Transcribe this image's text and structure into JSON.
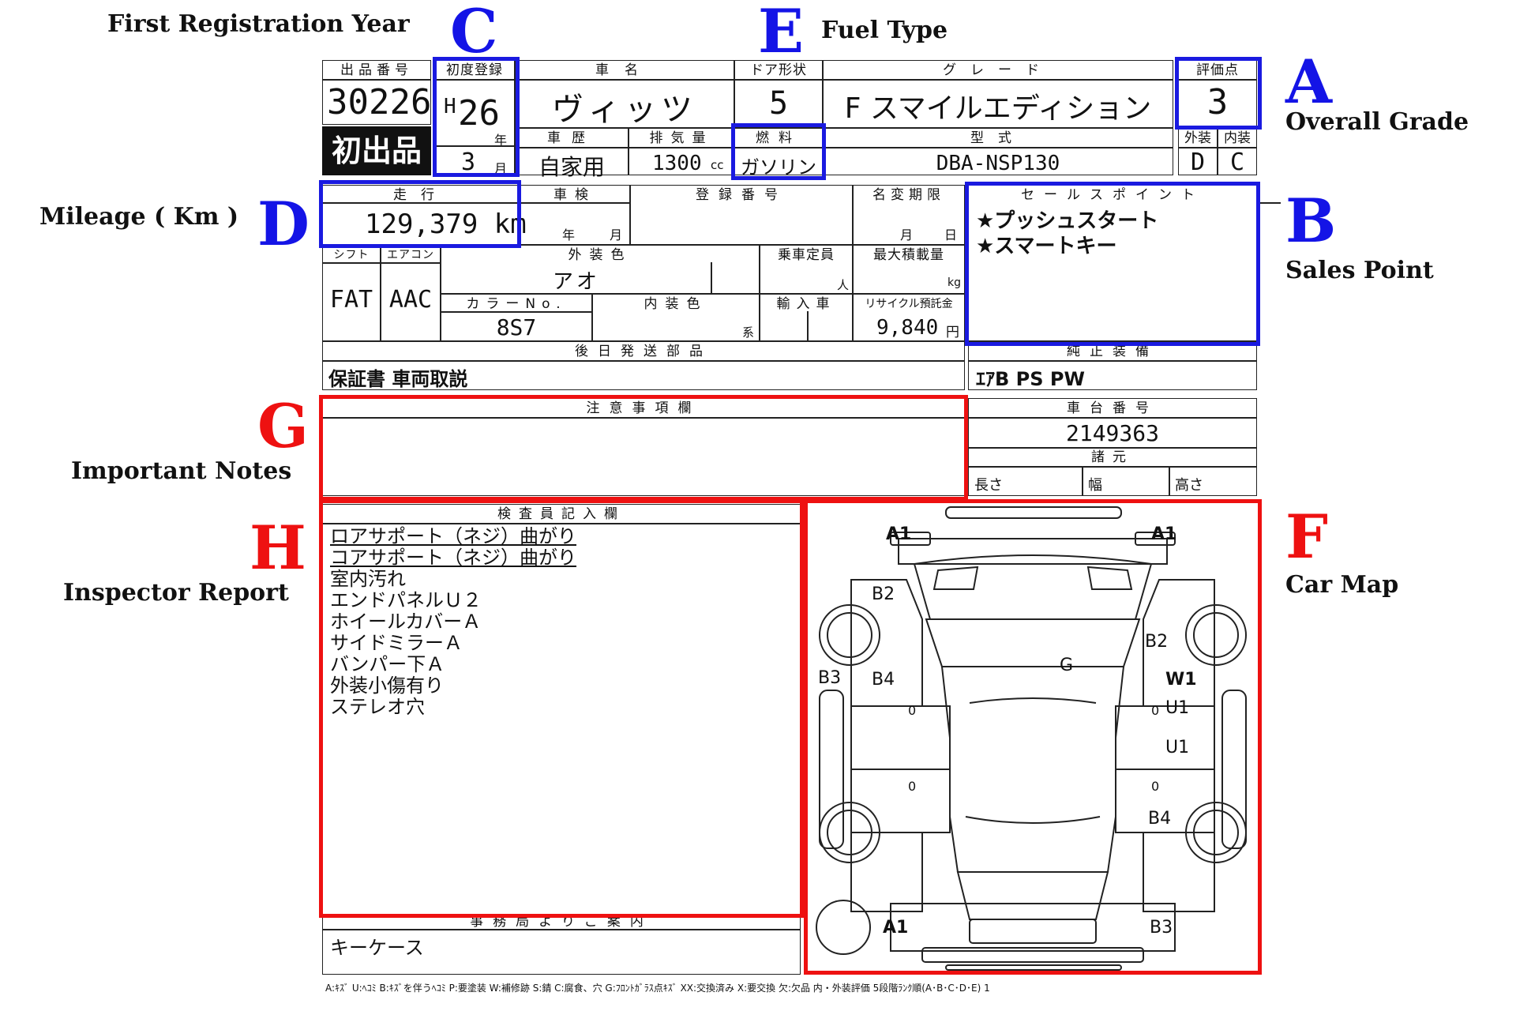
{
  "annotations": {
    "a": {
      "letter": "A",
      "label": "Overall Grade"
    },
    "b": {
      "letter": "B",
      "label": "Sales Point"
    },
    "c": {
      "letter": "C",
      "label": "First Registration Year"
    },
    "d": {
      "letter": "D",
      "label": "Mileage ( Km )"
    },
    "e": {
      "letter": "E",
      "label": "Fuel Type"
    },
    "f": {
      "letter": "F",
      "label": "Car Map"
    },
    "g": {
      "letter": "G",
      "label": "Important Notes"
    },
    "h": {
      "letter": "H",
      "label": "Inspector Report"
    }
  },
  "sheet": {
    "lot_header": "出品番号",
    "lot_number": "30226",
    "first_listing": "初出品",
    "first_reg_header": "初度登録",
    "era": "H",
    "year": "26",
    "year_unit": "年",
    "month": "3",
    "month_unit": "月",
    "car_name_header": "車名",
    "car_name": "ヴィッツ",
    "door_header": "ドア形状",
    "doors": "5",
    "grade_header": "グレード",
    "grade": "F スマイルエディション",
    "score_header": "評価点",
    "score": "3",
    "history_header": "車歴",
    "history": "自家用",
    "displacement_header": "排気量",
    "displacement": "1300",
    "displacement_unit": "cc",
    "fuel_header": "燃料",
    "fuel": "ガソリン",
    "model_header": "型式",
    "model": "DBA-NSP130",
    "exterior_header": "外装",
    "interior_header": "内装",
    "exterior_grade": "D",
    "interior_grade": "C",
    "mileage_header": "走行",
    "mileage": "129,379 km",
    "inspection_header": "車検",
    "inspection_year_unit": "年",
    "inspection_month_unit": "月",
    "reg_number_header": "登録番号",
    "name_change_header": "名変期限",
    "name_change_month_unit": "月",
    "name_change_day_unit": "日",
    "sales_point_header": "セールスポイント",
    "sales_points": [
      "★プッシュスタート",
      "★スマートキー"
    ],
    "shift_header": "シフト",
    "shift": "FAT",
    "ac_header": "エアコン",
    "ac": "AAC",
    "ext_color_header": "外装色",
    "ext_color": "アオ",
    "capacity_header": "乗車定員",
    "capacity_unit": "人",
    "max_load_header": "最大積載量",
    "max_load_unit": "kg",
    "color_no_header": "カラーNo.",
    "color_no": "8S7",
    "int_color_header": "内装色",
    "int_color_unit": "系",
    "import_header": "輸入車",
    "recycle_header": "リサイクル預託金",
    "recycle_fee": "9,840",
    "recycle_unit": "円",
    "later_parts_header": "後日発送部品",
    "later_parts": "保証書 車両取説",
    "equipment_header": "純正装備",
    "equipment": "ｴｱB PS PW",
    "notes_header": "注意事項欄",
    "chassis_header": "車台番号",
    "chassis_number": "2149363",
    "specs_header": "諸元",
    "length_label": "長さ",
    "width_label": "幅",
    "height_label": "高さ",
    "inspector_header": "検査員記入欄",
    "inspector_lines": [
      "ロアサポート（ネジ）曲がり",
      "コアサポート（ネジ）曲がり",
      "室内汚れ",
      "エンドパネルＵ２",
      "ホイールカバーＡ",
      "サイドミラーＡ",
      "バンパー下Ａ",
      "外装小傷有り",
      "ステレオ穴"
    ],
    "office_header": "事務局よりご案内",
    "office_note": "キーケース",
    "legend": "A:ｷｽﾞ U:ﾍｺﾐ B:ｷｽﾞを伴うﾍｺﾐ P:要塗装 W:補修跡 S:錆 C:腐食、穴 G:ﾌﾛﾝﾄｶﾞﾗｽ点ｷｽﾞ XX:交換済み X:要交換 欠:欠品 内・外装評価 5段階ﾗﾝｸ順(A･B･C･D･E) 1"
  },
  "car_map": {
    "marks": {
      "a1_left_top": "A1",
      "a1_right_top": "A1",
      "b2_left": "B2",
      "b2_right": "B2",
      "g": "G",
      "b3_left": "B3",
      "b4_left": "B4",
      "w1": "W1",
      "u1_upper": "U1",
      "u1_lower": "U1",
      "b4_right": "B4",
      "a1_bottom": "A1",
      "b3_bottom": "B3",
      "zero_1": "0",
      "zero_2": "0",
      "zero_3": "0",
      "zero_4": "0"
    }
  }
}
